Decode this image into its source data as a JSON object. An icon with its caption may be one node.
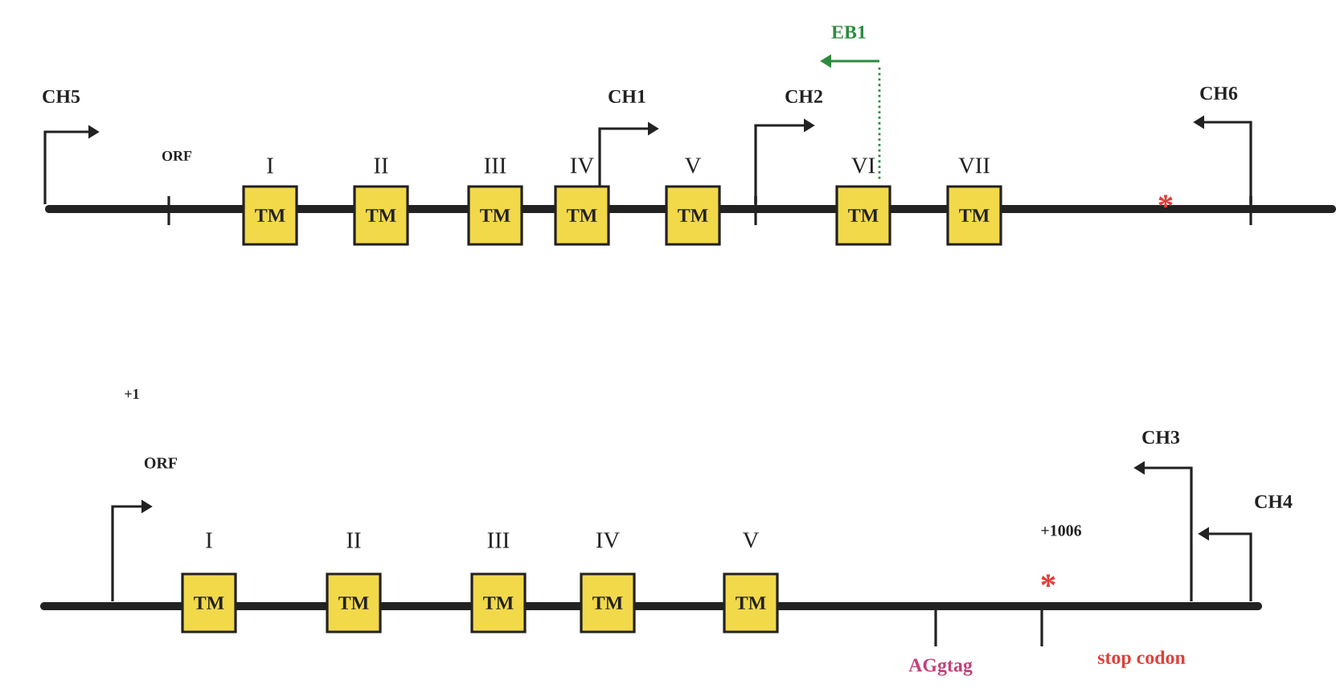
{
  "diagram": {
    "nodes": [
      {
        "text": [],
        "shape": "bar"
      },
      {
        "text": [
          "TM"
        ],
        "beside": [
          "I"
        ]
      },
      {
        "text": [
          "TM"
        ],
        "beside": [
          "II"
        ]
      },
      {
        "text": [
          "TM"
        ],
        "beside": [
          "III"
        ]
      },
      {
        "text": [
          "TM"
        ],
        "beside": [
          "IV"
        ]
      },
      {
        "text": [
          "TM"
        ],
        "beside": [
          "V"
        ]
      },
      {
        "text": [
          "TM"
        ],
        "beside": [
          "VI"
        ]
      },
      {
        "text": [
          "TM"
        ],
        "beside": [
          "VII"
        ]
      },
      {
        "text": [],
        "shape": "bar"
      },
      {
        "text": [
          "TM"
        ],
        "beside": [
          "I"
        ]
      },
      {
        "text": [
          "TM"
        ],
        "beside": [
          "II"
        ]
      },
      {
        "text": [
          "TM"
        ],
        "beside": [
          "III"
        ]
      },
      {
        "text": [
          "TM"
        ],
        "beside": [
          "IV"
        ]
      },
      {
        "text": [
          "TM"
        ],
        "beside": [
          "V"
        ]
      }
    ],
    "labels": [
      "EB1",
      "CH5",
      "CH1",
      "CH2",
      "CH6",
      "ORF",
      "*",
      "+1",
      "ORF",
      "CH3",
      "CH4",
      "+1006",
      "*",
      "AGgtag",
      "stop codon"
    ]
  }
}
